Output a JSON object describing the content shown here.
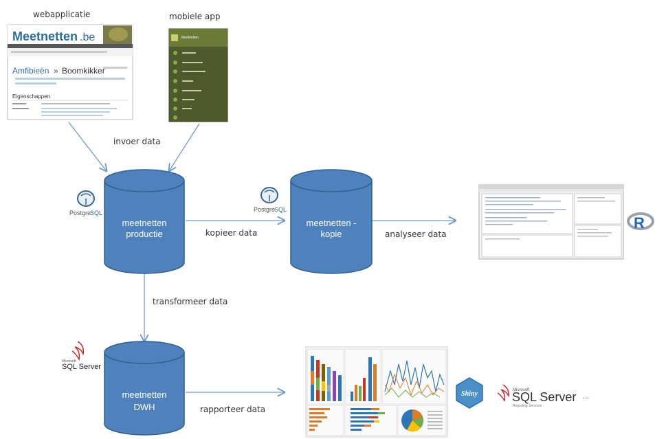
{
  "sources": {
    "web_label": "webapplicatie",
    "mobile_label": "mobiele app",
    "web_screenshot": {
      "logo_main": "Meetnetten",
      "logo_suffix": ".be",
      "heading_main": "Amfibieën",
      "heading_sep": "»",
      "heading_sub": "Boomkikker",
      "section_title": "Eigenschappen"
    },
    "mobile_screenshot": {
      "app_title": "Meetnetten"
    }
  },
  "flows": {
    "input": "invoer data",
    "copy": "kopieer data",
    "analyse": "analyseer data",
    "transform": "transformeer data",
    "report": "rapporteer data"
  },
  "databases": {
    "production": {
      "line1": "meetnetten",
      "line2": "productie"
    },
    "copy": {
      "line1": "meetnetten   -",
      "line2": "kopie"
    },
    "dwh": {
      "line1": "meetnetten",
      "line2": "DWH"
    }
  },
  "logos": {
    "postgres_1": {
      "part1": "Postgre",
      "part2": "SQL"
    },
    "postgres_2": {
      "part1": "Postgre",
      "part2": "SQL"
    },
    "sqlserver_small": {
      "pre": "Microsoft",
      "main": "SQL Server"
    },
    "r": "R",
    "shiny": "Shiny",
    "sqlserver_rs": {
      "pre": "Microsoft",
      "main": "SQL Server",
      "sub": "Reporting Services"
    },
    "ellipsis": "..."
  },
  "colors": {
    "db_fill": "#4f81bd",
    "db_stroke": "#2f5f8f",
    "arrow": "#6b9bd1"
  }
}
